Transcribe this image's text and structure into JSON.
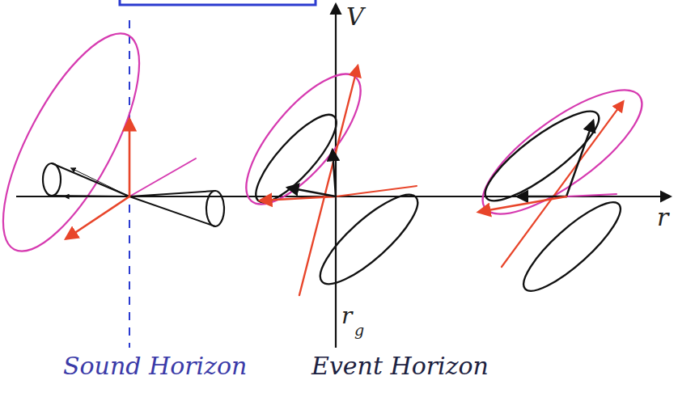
{
  "diagram": {
    "labels": [
      "V",
      "r",
      "r",
      "g",
      "Sound Horizon",
      "Event Horizon"
    ]
  }
}
